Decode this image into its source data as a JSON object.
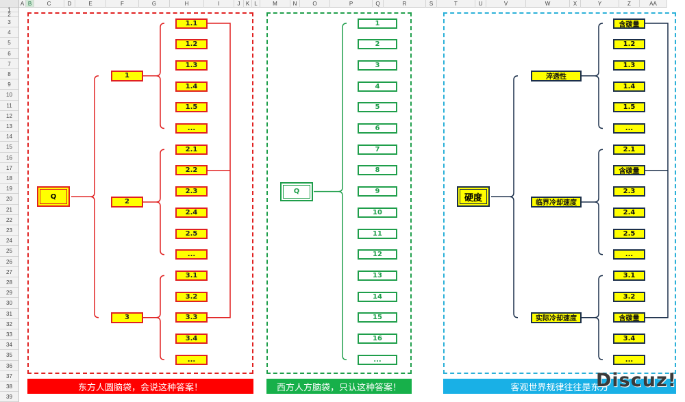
{
  "columns": [
    "A",
    "B",
    "C",
    "D",
    "E",
    "F",
    "G",
    "H",
    "I",
    "J",
    "K",
    "L",
    "M",
    "N",
    "O",
    "P",
    "Q",
    "R",
    "S",
    "T",
    "U",
    "V",
    "W",
    "X",
    "Y",
    "Z",
    "AA"
  ],
  "selected_column": "B",
  "rows": [
    "1",
    "2",
    "3",
    "4",
    "5",
    "6",
    "7",
    "8",
    "9",
    "10",
    "11",
    "12",
    "13",
    "14",
    "15",
    "16",
    "17",
    "18",
    "19",
    "20",
    "21",
    "22",
    "23",
    "24",
    "25",
    "26",
    "27",
    "28",
    "29",
    "30",
    "31",
    "32",
    "33",
    "34",
    "35",
    "36",
    "37",
    "38",
    "39"
  ],
  "colors": {
    "red": "#e02020",
    "green": "#1e9e4a",
    "blue": "#2ab0d8",
    "navy": "#1a2e4a",
    "yellow": "#ffff00"
  },
  "left_panel": {
    "root": "Q",
    "groups": [
      {
        "label": "1",
        "items": [
          "1.1",
          "1.2",
          "1.3",
          "1.4",
          "1.5",
          "..."
        ]
      },
      {
        "label": "2",
        "items": [
          "2.1",
          "2.2",
          "2.3",
          "2.4",
          "2.5",
          "..."
        ]
      },
      {
        "label": "3",
        "items": [
          "3.1",
          "3.2",
          "3.3",
          "3.4",
          "..."
        ]
      }
    ],
    "banner": "东方人圆脑袋，会说这种答案！"
  },
  "middle_panel": {
    "root": "Q",
    "items": [
      "1",
      "2",
      "3",
      "4",
      "5",
      "6",
      "7",
      "8",
      "9",
      "10",
      "11",
      "12",
      "13",
      "14",
      "15",
      "16",
      "..."
    ],
    "banner": "西方人方脑袋，只认这种答案！"
  },
  "right_panel": {
    "root": "硬度",
    "groups": [
      {
        "label": "淬透性",
        "items": [
          "含碳量",
          "1.2",
          "1.3",
          "1.4",
          "1.5",
          "..."
        ]
      },
      {
        "label": "临界冷却速度",
        "items": [
          "2.1",
          "含碳量",
          "2.3",
          "2.4",
          "2.5",
          "..."
        ]
      },
      {
        "label": "实际冷却速度",
        "items": [
          "3.1",
          "3.2",
          "含碳量",
          "3.4",
          "..."
        ]
      }
    ],
    "banner": "客观世界规律往往是东方"
  },
  "watermark": "Discuz!"
}
